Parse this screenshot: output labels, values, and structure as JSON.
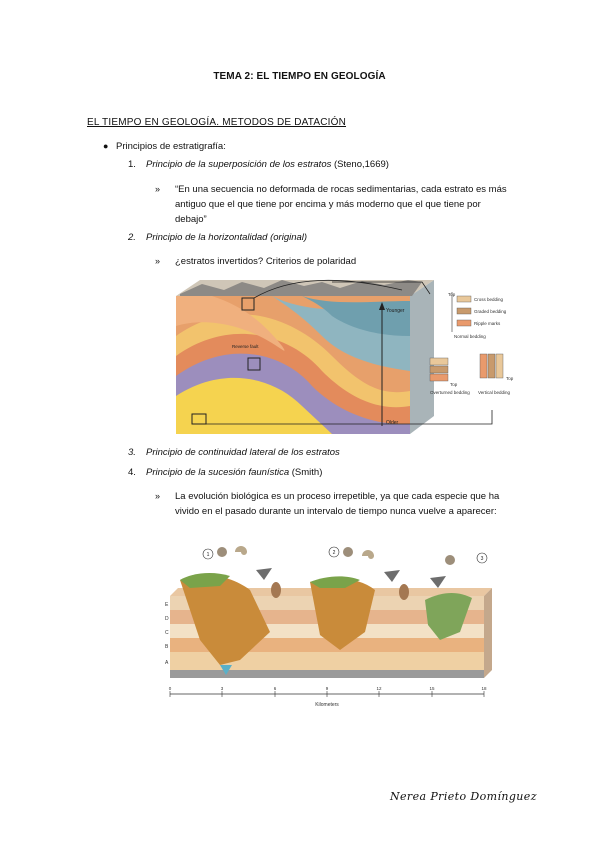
{
  "title": "TEMA 2: EL TIEMPO EN GEOLOGÍA",
  "section": "EL TIEMPO EN GEOLOGÍA. METODOS DE DATACIÓN",
  "bullet": "Principios de estratigrafía:",
  "items": [
    {
      "num": "1.",
      "label": "Principio de la superposición de los estratos",
      "suffix": " (Steno,1669)"
    },
    {
      "num": "2.",
      "label": "Principio de la horizontalidad (original)",
      "suffix": ""
    },
    {
      "num": "3.",
      "label": "Principio de continuidad lateral de los estratos",
      "suffix": ""
    },
    {
      "num": "4.",
      "label": "Principio de la sucesión faunística",
      "suffix": " (Smith)"
    }
  ],
  "subs": {
    "s1": "“En una secuencia no deformada de rocas sedimentarias, cada estrato es más antiguo que el que tiene por encima y más moderno que el que tiene por debajo”",
    "s2": "¿estratos invertidos? Criterios de polaridad",
    "s4": "La evolución biológica es un proceso irrepetible, ya que cada especie que ha vivido en el pasado durante un intervalo de tiempo nunca vuelve a aparecer:"
  },
  "raquo": "»",
  "bullet_dot": "●",
  "figure1": {
    "legend": [
      "Cross bedding",
      "Graded bedding",
      "Ripple marks"
    ],
    "top_label": "Top",
    "normal_label": "Normal bedding",
    "overturned_label": "Overturned bedding",
    "vertical_label": "Vertical bedding",
    "younger": "Younger",
    "older": "Older",
    "faults": [
      "Reverse fault"
    ]
  },
  "figure2": {
    "circle_labels": [
      "1",
      "2",
      "3"
    ],
    "layer_labels": [
      "E",
      "D",
      "C",
      "B",
      "A"
    ],
    "scale_ticks": [
      "0",
      "3",
      "6",
      "9",
      "12",
      "15",
      "18"
    ],
    "scale_unit": "Kilometers"
  },
  "signature": "Nerea Prieto Domínguez"
}
